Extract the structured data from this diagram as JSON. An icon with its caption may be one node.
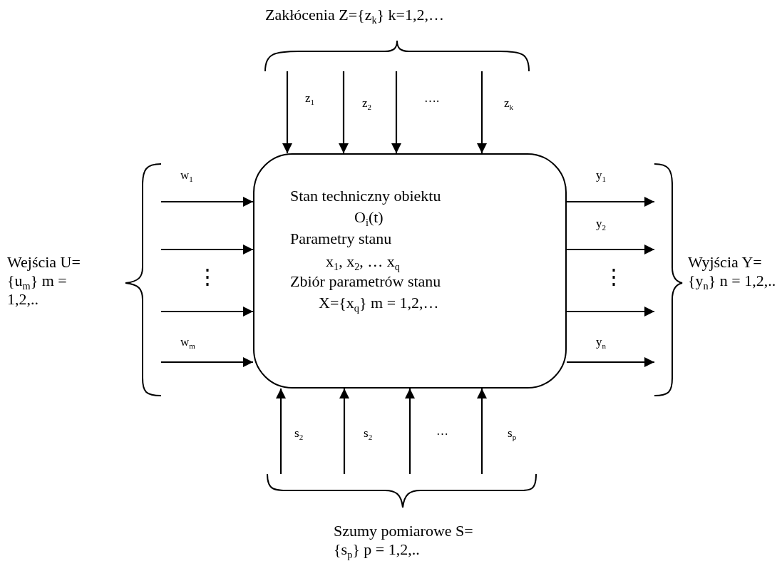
{
  "diagram": {
    "nodes": [
      {
        "text": [
          "Zakłócenia Z={z$_{k}$} k=1,2,…"
        ]
      },
      {
        "text": [
          "Wejścia U={u$_{m}$} m = 1,2,.."
        ]
      },
      {
        "text": [
          "Stan techniczny obiektu",
          "O$_{i}$(t)",
          "Parametry stanu",
          "x$_{1}$, x$_{2}$, … x$_{q}$",
          "Zbiór parametrów stanu",
          "X={x$_{q}$} m = 1,2,…"
        ]
      },
      {
        "text": [
          "Wyjścia Y={y$_{n}$} n = 1,2,.."
        ]
      },
      {
        "text": [
          "Szumy pomiarowe S={s$_{p}$} p = 1,2,.."
        ]
      }
    ],
    "edges": [
      {
        "from": 0,
        "to": 2,
        "arrow": "to",
        "label": "z$_{1}$"
      },
      {
        "from": 0,
        "to": 2,
        "arrow": "to",
        "label": "z$_{2}$"
      },
      {
        "from": 0,
        "to": 2,
        "arrow": "to",
        "label": "…."
      },
      {
        "from": 0,
        "to": 2,
        "arrow": "to",
        "label": "z$_{k}$"
      },
      {
        "from": 1,
        "to": 2,
        "arrow": "to",
        "label": "w$_{1}$"
      },
      {
        "from": 1,
        "to": 2,
        "arrow": "to"
      },
      {
        "from": 1,
        "to": 2,
        "arrow": "to"
      },
      {
        "from": 1,
        "to": 2,
        "arrow": "to",
        "label": "w$_{m}$"
      },
      {
        "from": 2,
        "to": 3,
        "arrow": "to",
        "label": "y$_{1}$"
      },
      {
        "from": 2,
        "to": 3,
        "arrow": "to",
        "label": "y$_{2}$"
      },
      {
        "from": 2,
        "to": 3,
        "arrow": "to"
      },
      {
        "from": 2,
        "to": 3,
        "arrow": "to",
        "label": "y$_{n}$"
      },
      {
        "from": 4,
        "to": 2,
        "arrow": "to",
        "label": "s$_{2}$"
      },
      {
        "from": 4,
        "to": 2,
        "arrow": "to",
        "label": "s$_{2}$"
      },
      {
        "from": 4,
        "to": 2,
        "arrow": "to",
        "label": "…"
      },
      {
        "from": 4,
        "to": 2,
        "arrow": "to",
        "label": "s$_{p}$"
      }
    ],
    "labels": [
      "⋮",
      "⋮"
    ]
  }
}
